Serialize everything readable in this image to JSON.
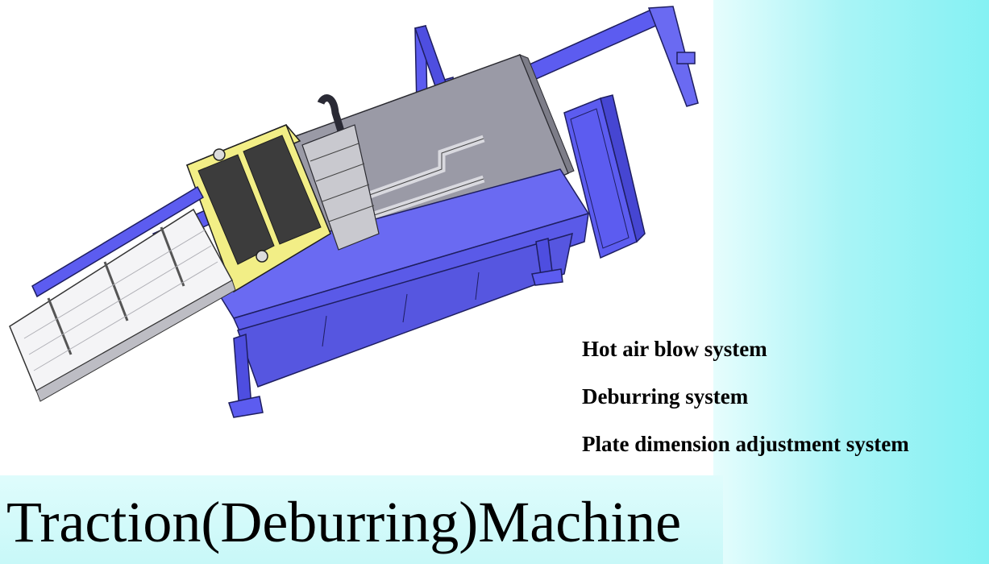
{
  "title": "Traction(Deburring)Machine",
  "features": [
    "Hot air blow system",
    "Deburring system",
    "Plate dimension adjustment system"
  ],
  "colors": {
    "frame": "#5c5cf0",
    "frame_dark": "#3a3ab8",
    "guard": "#f2ee86",
    "bed": "#9c9ca6",
    "background_cyan": "#84f1f3"
  },
  "image": {
    "subject": "traction-deburring-machine-cad-render"
  }
}
